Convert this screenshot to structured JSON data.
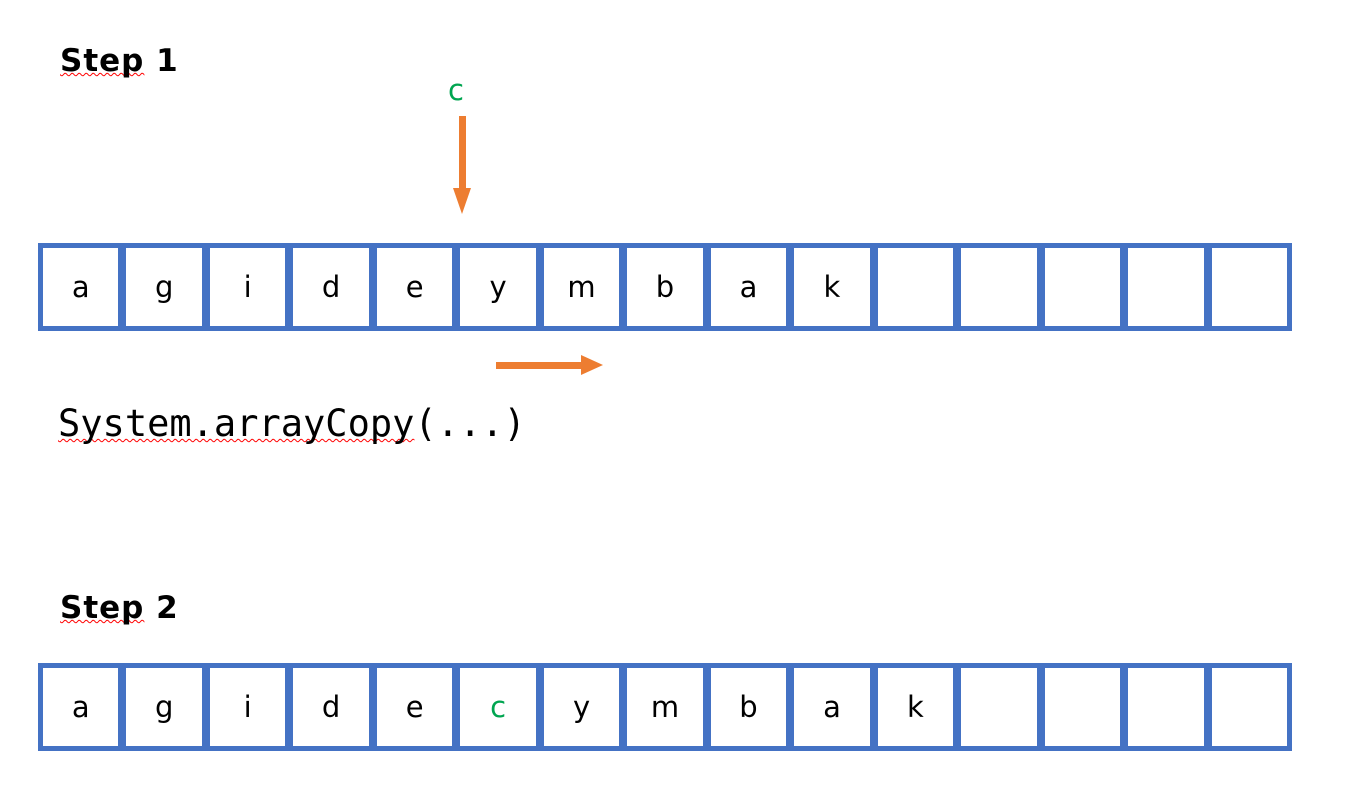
{
  "colors": {
    "array_border": "#4472C4",
    "arrow": "#ED7D31",
    "pointer_value": "#00A550",
    "text": "#000000",
    "spellcheck_underline": "#ff0000",
    "background": "#ffffff"
  },
  "steps": [
    {
      "id": "step1",
      "heading_word": "Step",
      "heading_number": "1",
      "pointer": {
        "label": "c",
        "target_index": 5
      },
      "cells": [
        {
          "value": "a",
          "highlight": false
        },
        {
          "value": "g",
          "highlight": false
        },
        {
          "value": "i",
          "highlight": false
        },
        {
          "value": "d",
          "highlight": false
        },
        {
          "value": "e",
          "highlight": false
        },
        {
          "value": "y",
          "highlight": false
        },
        {
          "value": "m",
          "highlight": false
        },
        {
          "value": "b",
          "highlight": false
        },
        {
          "value": "a",
          "highlight": false
        },
        {
          "value": "k",
          "highlight": false
        },
        {
          "value": "",
          "highlight": false
        },
        {
          "value": "",
          "highlight": false
        },
        {
          "value": "",
          "highlight": false
        },
        {
          "value": "",
          "highlight": false
        },
        {
          "value": "",
          "highlight": false
        }
      ],
      "caption_code": "System.arrayCopy",
      "caption_tail": "(...)",
      "shift_arrow_direction": "right"
    },
    {
      "id": "step2",
      "heading_word": "Step",
      "heading_number": "2",
      "cells": [
        {
          "value": "a",
          "highlight": false
        },
        {
          "value": "g",
          "highlight": false
        },
        {
          "value": "i",
          "highlight": false
        },
        {
          "value": "d",
          "highlight": false
        },
        {
          "value": "e",
          "highlight": false
        },
        {
          "value": "c",
          "highlight": true
        },
        {
          "value": "y",
          "highlight": false
        },
        {
          "value": "m",
          "highlight": false
        },
        {
          "value": "b",
          "highlight": false
        },
        {
          "value": "a",
          "highlight": false
        },
        {
          "value": "k",
          "highlight": false
        },
        {
          "value": "",
          "highlight": false
        },
        {
          "value": "",
          "highlight": false
        },
        {
          "value": "",
          "highlight": false
        },
        {
          "value": "",
          "highlight": false
        }
      ]
    }
  ]
}
